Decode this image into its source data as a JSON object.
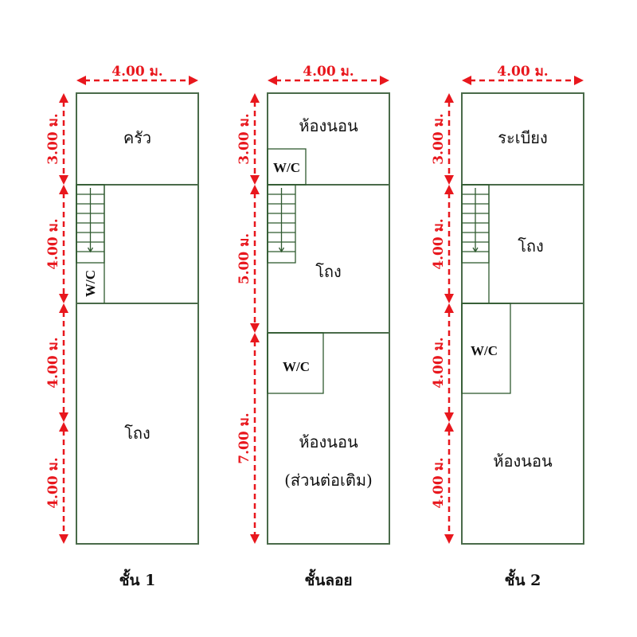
{
  "colors": {
    "wall": "#4a6b4a",
    "dimension": "#e8171d"
  },
  "plans": [
    {
      "floor_label": "ชั้น 1",
      "width_dim": "4.00 ม.",
      "height_dims": [
        "3.00 ม.",
        "4.00 ม.",
        "4.00 ม.",
        "4.00 ม."
      ],
      "rooms": [
        "ครัว",
        "W/C",
        "โถง"
      ]
    },
    {
      "floor_label": "ชั้นลอย",
      "width_dim": "4.00 ม.",
      "height_dims": [
        "3.00 ม.",
        "5.00 ม.",
        "7.00 ม."
      ],
      "rooms": [
        "ห้องนอน",
        "W/C",
        "โถง",
        "W/C",
        "ห้องนอน",
        "(ส่วนต่อเติม)"
      ]
    },
    {
      "floor_label": "ชั้น 2",
      "width_dim": "4.00 ม.",
      "height_dims": [
        "3.00 ม.",
        "4.00 ม.",
        "4.00 ม.",
        "4.00 ม."
      ],
      "rooms": [
        "ระเบียง",
        "โถง",
        "W/C",
        "ห้องนอน"
      ]
    }
  ]
}
